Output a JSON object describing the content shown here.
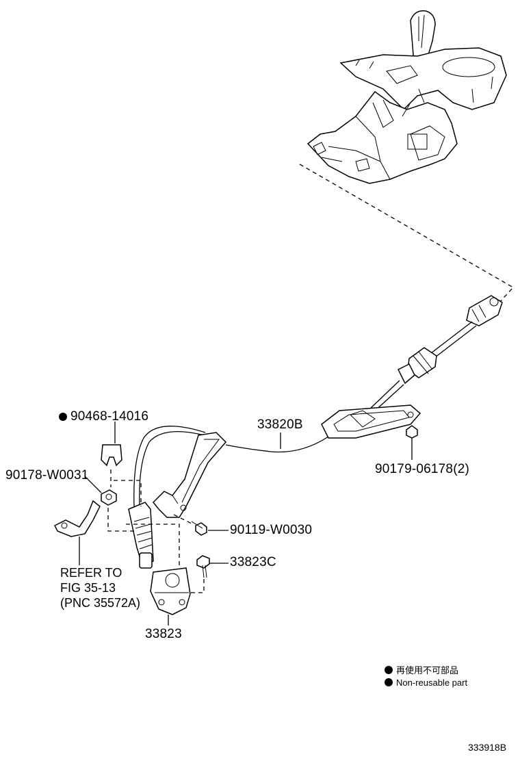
{
  "parts": {
    "p_90468": "90468-14016",
    "p_33820B": "33820B",
    "p_90178": "90178-W0031",
    "p_90179": "90179-06178(2)",
    "p_90119": "90119-W0030",
    "p_33823C": "33823C",
    "p_33823": "33823"
  },
  "refer_note": {
    "line1": "REFER TO",
    "line2": "FIG 35-13",
    "line3": "(PNC 35572A)"
  },
  "legend": {
    "jp": "再使用不可部品",
    "en": "Non-reusable part"
  },
  "diagram_code": "333918B",
  "colors": {
    "ink": "#000000",
    "paper": "#ffffff"
  },
  "icons": {
    "non_reusable_marker": "filled-circle"
  }
}
